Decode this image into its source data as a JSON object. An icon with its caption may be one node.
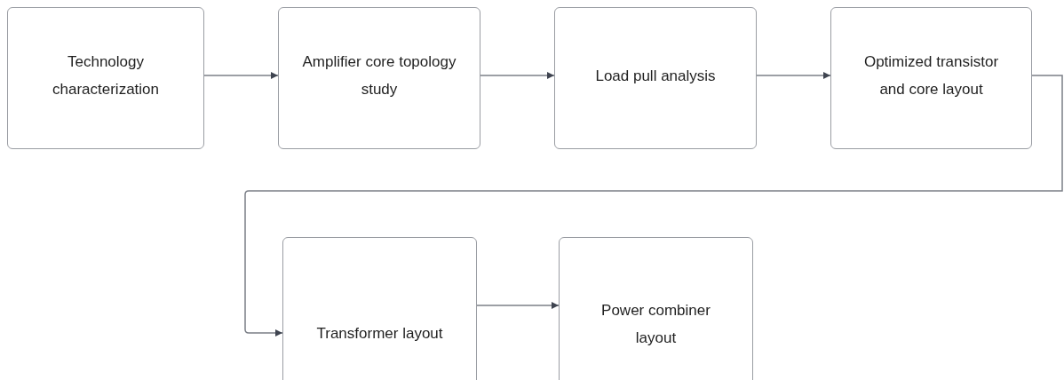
{
  "diagram": {
    "nodes": [
      {
        "text": [
          "Technology characterization"
        ]
      },
      {
        "text": [
          "Amplifier core topology study"
        ]
      },
      {
        "text": [
          "Load pull analysis"
        ]
      },
      {
        "text": [
          "Optimized transistor and core layout"
        ]
      },
      {
        "text": [
          "Transformer layout"
        ]
      },
      {
        "text": [
          "Power combiner layout"
        ]
      }
    ],
    "edges": [
      {
        "from": 0,
        "to": 1,
        "arrow": "to"
      },
      {
        "from": 1,
        "to": 2,
        "arrow": "to"
      },
      {
        "from": 2,
        "to": 3,
        "arrow": "to"
      },
      {
        "from": 3,
        "to": 4,
        "arrow": "to"
      },
      {
        "from": 4,
        "to": 5,
        "arrow": "to"
      }
    ]
  }
}
